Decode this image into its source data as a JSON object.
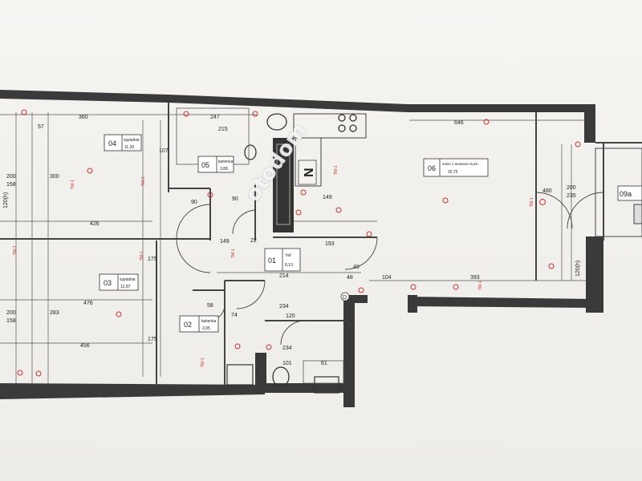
{
  "rooms": [
    {
      "id": "04",
      "name": "sypialnia",
      "area": "11,33"
    },
    {
      "id": "05",
      "name": "łazienka",
      "area": "3,88"
    },
    {
      "id": "06",
      "name": "salon z aneksem kuch.",
      "area": "32,75"
    },
    {
      "id": "01",
      "name": "hol",
      "area": "8,13"
    },
    {
      "id": "03",
      "name": "sypialnia",
      "area": "12,87"
    },
    {
      "id": "02",
      "name": "łazienka",
      "area": "2,05"
    },
    {
      "id": "09a",
      "name": "",
      "area": ""
    }
  ],
  "dimensions": {
    "d360": "360",
    "d247": "247",
    "d215": "215",
    "d646": "646",
    "d57": "57",
    "d107": "107",
    "d200a": "200",
    "d158a": "158",
    "d300": "300",
    "d426": "426",
    "d90a": "90",
    "d90b": "90",
    "d149a": "149",
    "d149b": "149",
    "d193": "193",
    "d22": "22",
    "d214": "214",
    "d234a": "234",
    "d40": "40",
    "d48": "48",
    "d104": "104",
    "d393": "393",
    "d476": "476",
    "d58": "58",
    "d74": "74",
    "d200b": "200",
    "d158b": "158",
    "d283": "283",
    "d175a": "175",
    "d175b": "175",
    "d456": "456",
    "d120": "120",
    "d234b": "234",
    "d101": "101",
    "d61": "61",
    "d200c": "200",
    "d235": "235",
    "d480": "480",
    "d120side": "120(h)"
  },
  "markers": {
    "north": "N",
    "section_d": "D",
    "tm": "TM-1"
  },
  "watermark": "otodom"
}
